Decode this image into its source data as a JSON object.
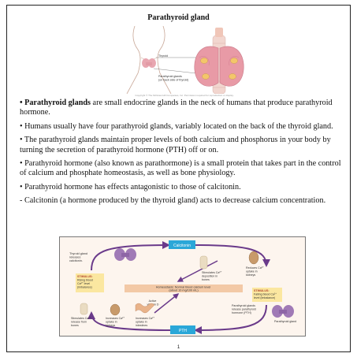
{
  "document": {
    "title": "Parathyroid gland",
    "page_number": "1"
  },
  "figure_top": {
    "labels": {
      "thyroid": "Thyroid",
      "parathyroid_line1": "Parathyroid glands",
      "parathyroid_line2": "(on back side of thyroid)"
    },
    "caption": "Copyright © The McGraw-Hill Companies, Inc. Permission required for reproduction or display."
  },
  "paragraphs": [
    {
      "bold": "• Parathyroid glands",
      "text": " are small endocrine glands in the neck of humans that produce parathyroid hormone."
    },
    {
      "bold": "",
      "text": "• Humans usually have four parathyroid glands, variably located on the back of the thyroid gland."
    },
    {
      "bold": "",
      "text": "• The parathyroid glands maintain proper levels of both calcium and phosphorus in your body by turning the secretion of parathyroid hormone (PTH) off or on."
    },
    {
      "bold": "",
      "text": "• Parathyroid hormone (also known as parathormone) is a small protein that takes part in the control of calcium and phosphate homeostasis, as well as bone physiology."
    },
    {
      "bold": "",
      "text": "• Parathyroid hormone has effects antagonistic to those of calcitonin."
    },
    {
      "bold": "",
      "text": "- Calcitonin (a hormone produced by the thyroid gland) acts to decrease calcium concentration."
    }
  ],
  "figure_bottom": {
    "calcitonin": "Calcitonin",
    "pth": "PTH",
    "thyroid_release": [
      "Thyroid gland",
      "releases",
      "calcitonin."
    ],
    "stim_bone_dep": [
      "Stimulates Ca²⁺",
      "deposition in",
      "bones"
    ],
    "reduce_uptake": [
      "Reduces Ca²⁺",
      "uptake in",
      "kidneys"
    ],
    "stimulus_rising": [
      "STIMULUS:",
      "Rising blood",
      "Ca²⁺ level",
      "(imbalance)"
    ],
    "homeostasis": [
      "Homeostasis: Normal blood calcium level",
      "(about 10 mg/100 mL)"
    ],
    "stimulus_falling": [
      "STIMULUS:",
      "Falling blood Ca²⁺",
      "level (imbalance)"
    ],
    "active_vitd": [
      "Active",
      "vitamin D"
    ],
    "parathyroid_release": [
      "Parathyroid glands",
      "release parathyroid",
      "hormone (PTH)"
    ],
    "parathyroid_gland": "Parathyroid gland",
    "stim_bone_release": [
      "Stimulates Ca²⁺",
      "release from",
      "bones"
    ],
    "inc_kidney": [
      "Increases Ca²⁺",
      "uptake in",
      "kidneys"
    ],
    "inc_intestine": [
      "Increases Ca²⁺",
      "uptake in",
      "intestines"
    ]
  },
  "colors": {
    "accent_blue": "#2aa7d8",
    "arrow_purple": "#6a3a8a",
    "stimulus_yellow": "#fbe7a0",
    "homeostasis_bar": "#f3c9a6",
    "thyroid_pink": "#e7a3ad",
    "gland_purple": "#a07ab6"
  }
}
